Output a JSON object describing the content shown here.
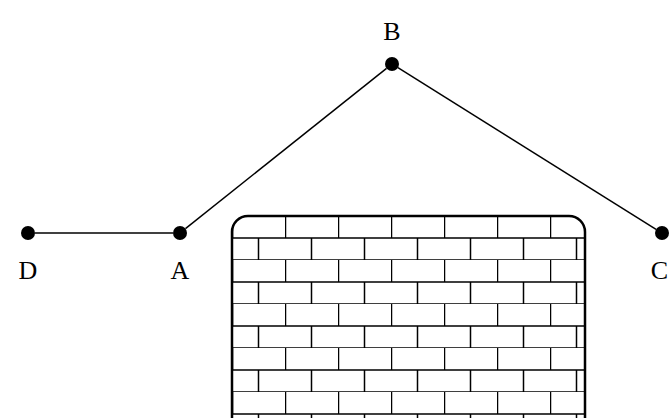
{
  "diagram": {
    "nodes": [
      {
        "text": [
          "B"
        ]
      },
      {
        "text": [
          "D"
        ]
      },
      {
        "text": [
          "A"
        ]
      },
      {
        "text": [
          "C"
        ]
      }
    ],
    "edges": [
      {
        "from": 1,
        "to": 2,
        "arrow": "none"
      },
      {
        "from": 2,
        "to": 0,
        "arrow": "none"
      },
      {
        "from": 0,
        "to": 3,
        "arrow": "none"
      }
    ]
  }
}
